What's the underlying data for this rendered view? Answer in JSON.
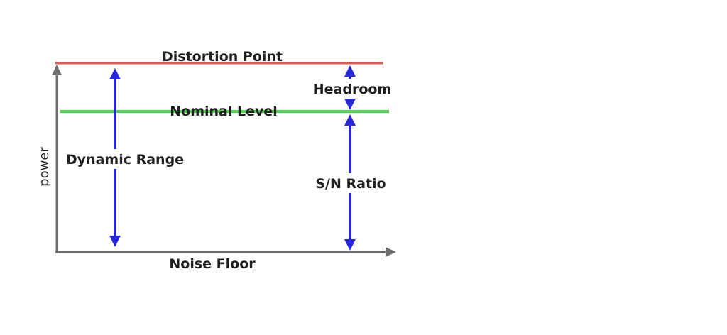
{
  "figure": {
    "type": "annotated-diagram",
    "topic": "audio signal level relationships",
    "y_axis_label": "power",
    "levels": {
      "distortion_point": {
        "label": "Distortion Point",
        "color": "#e8564b"
      },
      "nominal_level": {
        "label": "Nominal Level",
        "color": "#4bd24b"
      },
      "noise_floor": {
        "label": "Noise Floor"
      }
    },
    "ranges": {
      "dynamic_range": {
        "label": "Dynamic Range",
        "from": "Distortion Point",
        "to": "Noise Floor"
      },
      "headroom": {
        "label": "Headroom",
        "from": "Distortion Point",
        "to": "Nominal Level"
      },
      "sn_ratio": {
        "label": "S/N Ratio",
        "from": "Nominal Level",
        "to": "Noise Floor"
      }
    },
    "colors": {
      "axis": "#6e6e6e",
      "arrow": "#2727de",
      "text": "#1f1f1f",
      "background": "#ffffff"
    }
  }
}
